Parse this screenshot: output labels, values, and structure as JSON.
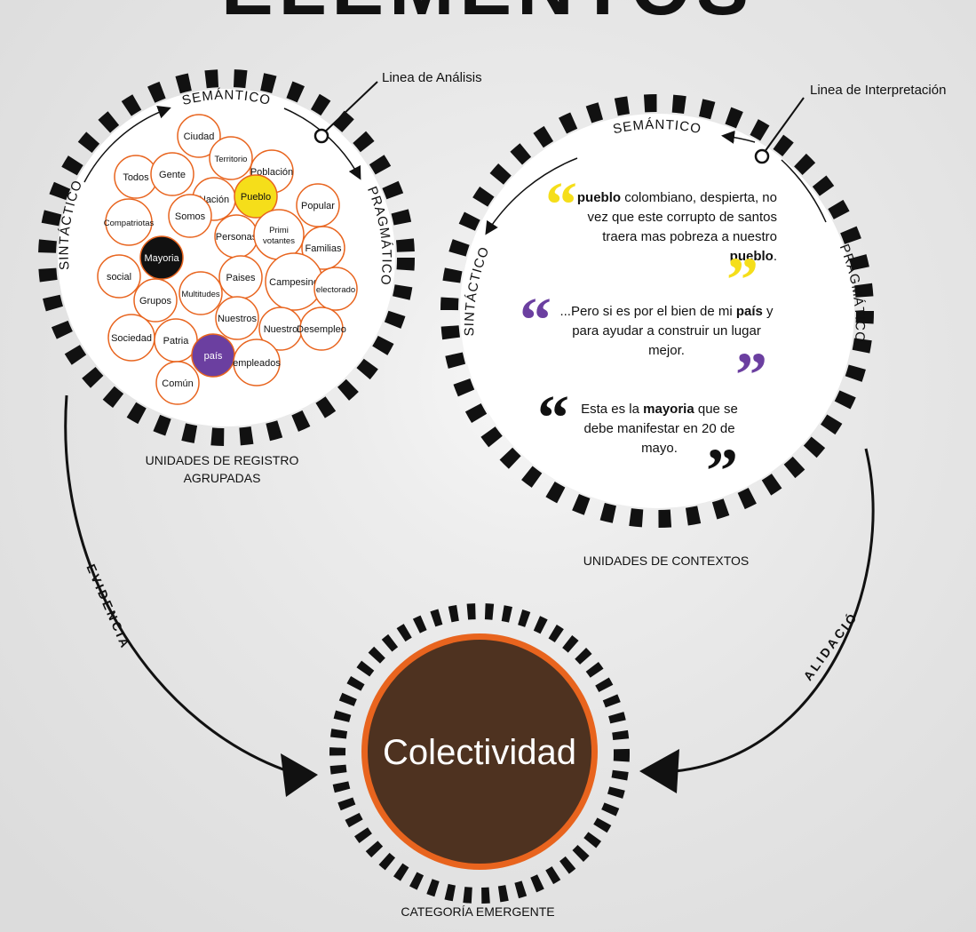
{
  "header": {
    "title": "ELEMENTOS",
    "title_color": "#6b3fa0"
  },
  "analysis": {
    "line_label": "Linea de Análisis",
    "arc_labels": {
      "semantic": "SEMÁNTICO",
      "syntactic": "SINTÁCTICO",
      "pragmatic": "PRAGMÁTICO"
    },
    "caption_line1": "UNIDADES DE REGISTRO",
    "caption_line2": "AGRUPADAS",
    "words": [
      {
        "text": "Ciudad"
      },
      {
        "text": "Todos"
      },
      {
        "text": "Gente"
      },
      {
        "text": "Territorio"
      },
      {
        "text": "Población"
      },
      {
        "text": "Nación"
      },
      {
        "text": "Pueblo",
        "style": "yellow"
      },
      {
        "text": "Popular"
      },
      {
        "text": "Compatriotas"
      },
      {
        "text": "Somos"
      },
      {
        "text": "Personas"
      },
      {
        "text": "Primi votantes"
      },
      {
        "text": "Familias"
      },
      {
        "text": "Mayoria",
        "style": "black"
      },
      {
        "text": "social"
      },
      {
        "text": "Paises"
      },
      {
        "text": "Campesino"
      },
      {
        "text": "electorado"
      },
      {
        "text": "Grupos"
      },
      {
        "text": "Multitudes"
      },
      {
        "text": "Nuestros"
      },
      {
        "text": "Nuestro"
      },
      {
        "text": "Desempleo"
      },
      {
        "text": "Sociedad"
      },
      {
        "text": "Patria"
      },
      {
        "text": "país",
        "style": "purple"
      },
      {
        "text": "empleados"
      },
      {
        "text": "Común"
      }
    ]
  },
  "interpretation": {
    "line_label": "Linea de Interpretación",
    "arc_labels": {
      "semantic": "SEMÁNTICO",
      "syntactic": "SINTÁCTICO",
      "pragmatic": "PRAGMÁTICO"
    },
    "caption": "UNIDADES DE CONTEXTOS",
    "quotes": [
      {
        "bold_start": "pueblo",
        "text_a": " colombiano, despierta, no vez que este corrupto de santos traera mas pobreza a nuestro ",
        "bold_mid": "pueblo",
        "text_b": ".",
        "mark_color": "#f5de1a"
      },
      {
        "bold_start": "",
        "text_a": "...Pero si es por el bien de mi ",
        "bold_mid": "país",
        "text_b": " y para ayudar a construir un lugar mejor.",
        "mark_color": "#6b3fa0"
      },
      {
        "bold_start": "",
        "text_a": "Esta es la ",
        "bold_mid": "mayoria",
        "text_b": " que se debe manifestar en 20 de mayo.",
        "mark_color": "#111111"
      }
    ]
  },
  "flows": {
    "left": "EVIDENCIA",
    "right": "VALIDACIÓN"
  },
  "result": {
    "label": "Colectividad",
    "caption": "CATEGORÍA EMERGENTE",
    "fill_color": "#4e3220",
    "ring_color": "#e8641e"
  },
  "colors": {
    "word_border": "#e8641e",
    "yellow": "#f5de1a",
    "purple": "#6b3fa0"
  }
}
